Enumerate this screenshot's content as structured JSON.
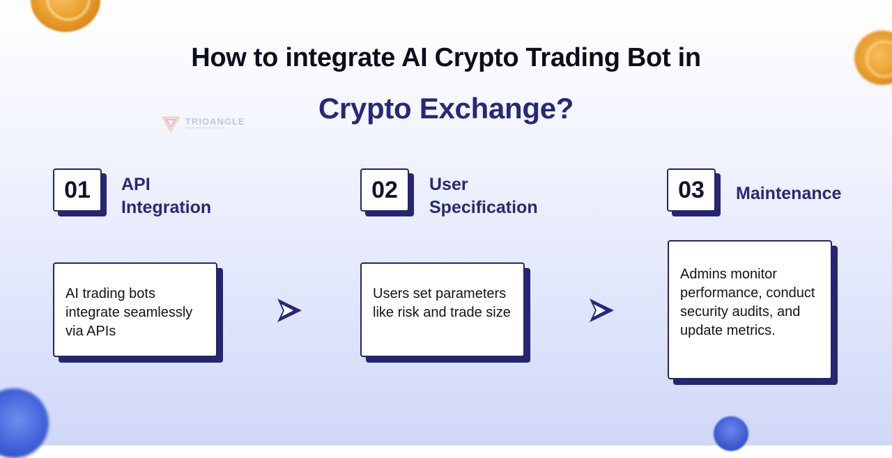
{
  "title": {
    "line1": "How to integrate AI Crypto Trading Bot in",
    "line2": "Crypto Exchange?"
  },
  "logo": {
    "name": "TRIOANGLE",
    "sub": "TECHNOLOGIES"
  },
  "steps": [
    {
      "number": "01",
      "title_line1": "API",
      "title_line2": "Integration",
      "description": "AI trading bots integrate seamlessly via APIs"
    },
    {
      "number": "02",
      "title_line1": "User",
      "title_line2": "Specification",
      "description": "Users set parameters like risk and trade size"
    },
    {
      "number": "03",
      "title_line1": "Maintenance",
      "title_line2": "",
      "description": "Admins monitor performance, conduct security audits, and update metrics."
    }
  ],
  "icons": {
    "arrow": "play-arrow-icon",
    "coins": [
      "gold-coin-icon",
      "blue-coin-icon"
    ]
  },
  "colors": {
    "navy": "#28287a",
    "dark": "#0c0d1e",
    "shadow": "#252573",
    "background_top": "#ffffff",
    "background_bottom": "#cfd8f7"
  }
}
